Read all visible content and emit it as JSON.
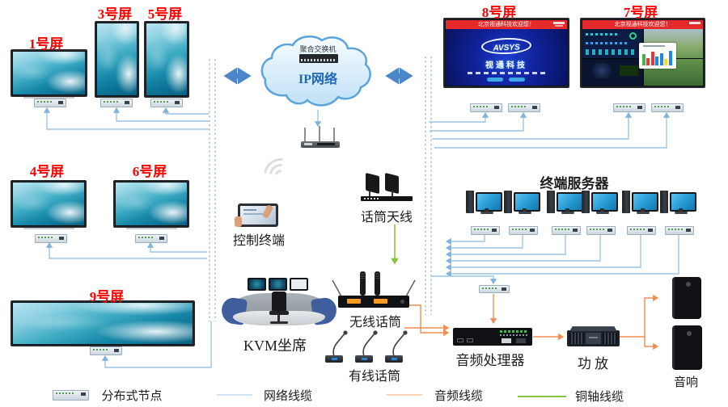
{
  "screens": {
    "s1": "1号屏",
    "s3": "3号屏",
    "s5": "5号屏",
    "s4": "4号屏",
    "s6": "6号屏",
    "s9": "9号屏",
    "s8": "8号屏",
    "s7": "7号屏"
  },
  "cloud": {
    "switch_label": "聚合交换机",
    "network_label": "IP网络"
  },
  "labels": {
    "control_terminal": "控制终端",
    "mic_antenna": "话筒天线",
    "kvm_seat": "KVM坐席",
    "terminal_server": "终端服务器",
    "wireless_mic": "无线话筒",
    "wired_mic": "有线话筒",
    "audio_processor": "音频处理器",
    "amplifier": "功 放",
    "speakers": "音响"
  },
  "screen8": {
    "banner": "北京视通科技欢迎您！",
    "logo": "AVSYS",
    "brand": "视通科技"
  },
  "screen7": {
    "banner": "北京视通科技欢迎您！"
  },
  "legend": {
    "node": "分布式节点",
    "network_cable": "网络线缆",
    "audio_cable": "音频线缆",
    "coax_cable": "铜轴线缆"
  },
  "colors": {
    "screen_label": "#fb0300",
    "network_line": "#9cc3e4",
    "audio_line": "#ef8e50",
    "coax_line": "#8bc43f",
    "big_arrow": "#4a86c8"
  }
}
